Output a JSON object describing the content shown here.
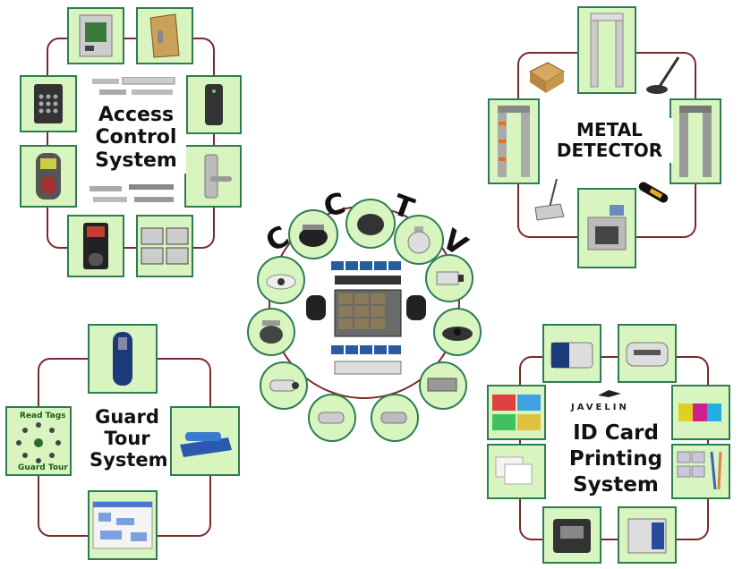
{
  "access_control": {
    "title_lines": [
      "Access",
      "Control",
      "System"
    ]
  },
  "metal_detector": {
    "title_lines": [
      "METAL",
      "DETECTOR"
    ]
  },
  "cctv": {
    "letters": [
      "C",
      "C",
      "T",
      "V"
    ]
  },
  "guard_tour": {
    "title_lines": [
      "Guard",
      "Tour",
      "System"
    ],
    "tile_label_1": "Read Tags",
    "tile_label_2": "Guard Tour"
  },
  "id_card": {
    "brand": "JAVELIN",
    "title_lines": [
      "ID Card",
      "Printing",
      "System"
    ]
  }
}
